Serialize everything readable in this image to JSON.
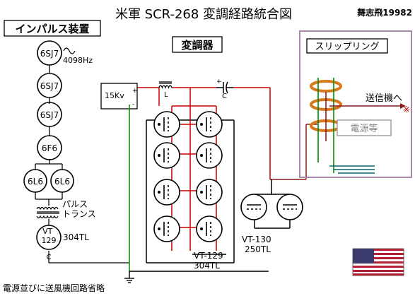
{
  "title": "米軍 SCR-268 変調経路統合図",
  "credit": "舞志飛19982",
  "footnote": "電源並びに送風機回路省略",
  "sections": {
    "pulse_unit": "インパルス装置",
    "modulator": "変調器",
    "slip_ring": "スリップリング"
  },
  "tubes": {
    "osc": "6SJ7",
    "amp1": "6SJ7",
    "amp2": "6SJ7",
    "driver": "6F6",
    "pp_left": "6L6",
    "pp_right": "6L6",
    "pulse_out": "VT\n129"
  },
  "labels": {
    "frequency": "4098Hz",
    "pulse_transformer": "パルス\nトランス",
    "out_tube_type": "304TL",
    "out_tube_c": "C",
    "hv_supply": "15Kv",
    "inductor": "L",
    "capacitor": "C",
    "mod_tubes": "VT-129\n304TL",
    "switch_tubes": "VT-130\n250TL",
    "to_transmitter": "送信機へ",
    "power_supply": "電源等",
    "reference_mark": "※"
  },
  "colors": {
    "line": "#000000",
    "circuit_red": "#cc0000",
    "ground_green": "#008800",
    "slip_ring_frame": "#a888a8",
    "slip_ring_coil": "#d87a1c"
  }
}
